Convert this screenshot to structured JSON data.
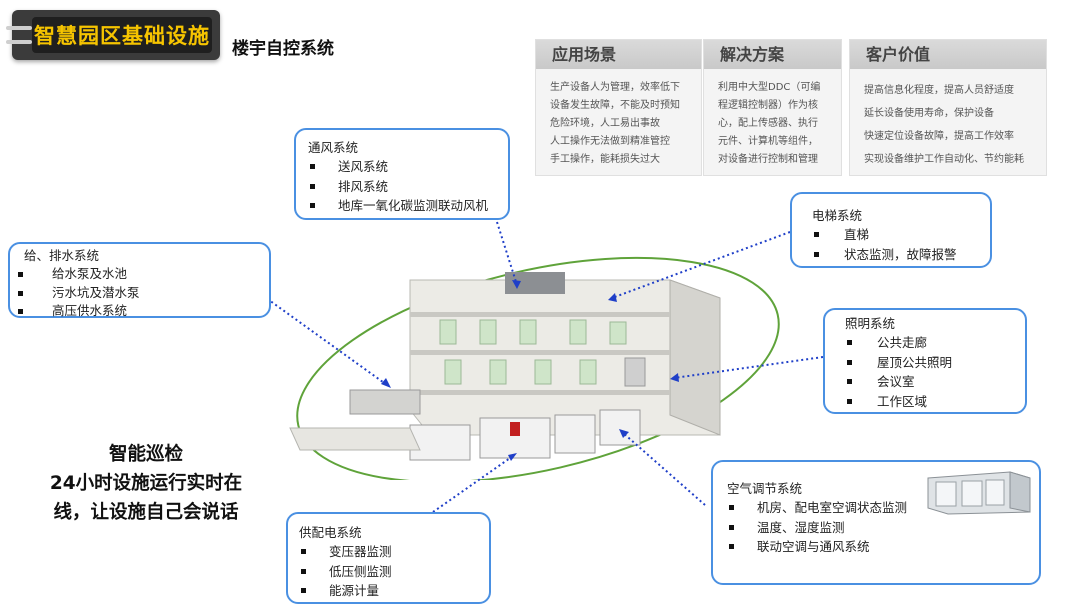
{
  "header": {
    "badge_title": "智慧园区基础设施",
    "subtitle": "楼宇自控系统"
  },
  "value_table": {
    "columns": [
      {
        "heading": "应用场景",
        "lines": [
          "生产设备人为管理，效率低下",
          "设备发生故障，不能及时预知",
          "危险环境，人工易出事故",
          "人工操作无法做到精准管控",
          "手工操作，能耗损失过大"
        ]
      },
      {
        "heading": "解决方案",
        "lines": [
          "利用中大型DDC（可编",
          "程逻辑控制器）作为核",
          "心，配上传感器、执行",
          "元件、计算机等组件，",
          "对设备进行控制和管理"
        ]
      },
      {
        "heading": "客户价值",
        "lines": [
          "提高信息化程度，提高人员舒适度",
          "延长设备使用寿命，保护设备",
          "快速定位设备故障，提高工作效率",
          "实现设备维护工作自动化、节约能耗"
        ]
      }
    ]
  },
  "systems": {
    "ventilation": {
      "title": "通风系统",
      "items": [
        "送风系统",
        "排风系统",
        "地库一氧化碳监测联动风机"
      ]
    },
    "water": {
      "title": "给、排水系统",
      "items": [
        "给水泵及水池",
        "污水坑及潜水泵",
        "高压供水系统"
      ]
    },
    "elevator": {
      "title": "电梯系统",
      "items": [
        "直梯",
        "状态监测，故障报警"
      ]
    },
    "lighting": {
      "title": "照明系统",
      "items": [
        "公共走廊",
        "屋顶公共照明",
        "会议室",
        "工作区域"
      ]
    },
    "hvac": {
      "title": "空气调节系统",
      "items": [
        "机房、配电室空调状态监测",
        "温度、湿度监测",
        "联动空调与通风系统"
      ]
    },
    "power": {
      "title": "供配电系统",
      "items": [
        "变压器监测",
        "低压侧监测",
        "能源计量"
      ]
    }
  },
  "tagline": {
    "line1": "智能巡检",
    "line2": "24小时设施运行实时在",
    "line3": "线，让设施自己会说话"
  },
  "colors": {
    "badge_text": "#f6c400",
    "callout_border": "#4a90e2",
    "connector": "#1f3fc8",
    "ellipse": "#5fa33a"
  }
}
